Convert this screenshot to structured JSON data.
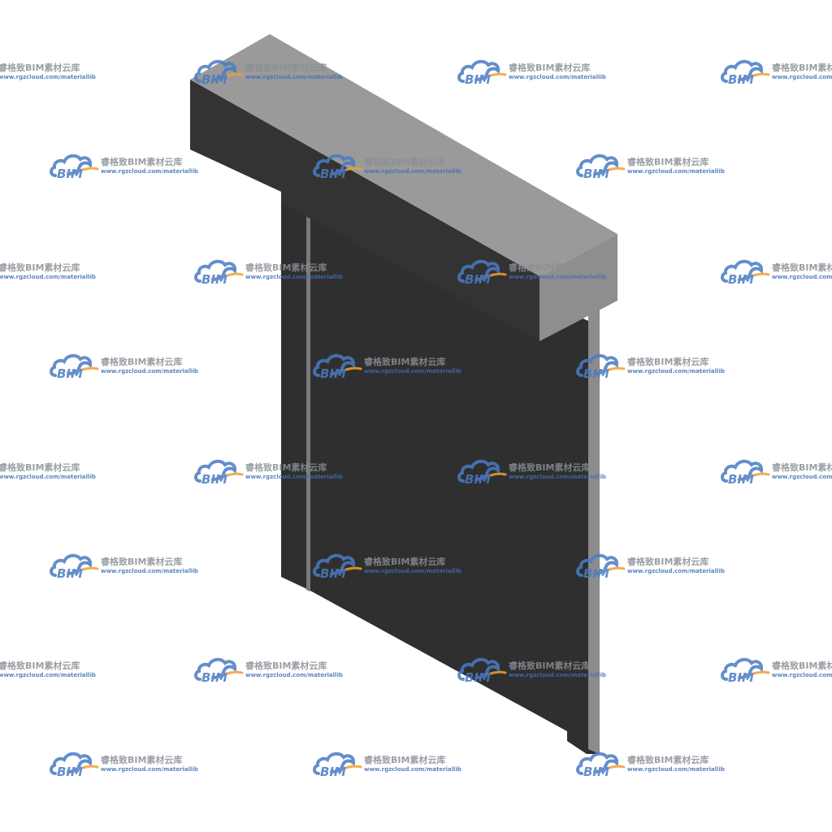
{
  "watermark": {
    "title": "睿格致BIM素材云库",
    "url": "www.rgzcloud.com/materiallib",
    "logo_text": "BIM",
    "logo_icon": "cloud-icon",
    "colors": {
      "cloud": "#4a7bc4",
      "swoosh": "#f0a030",
      "title": "#8a8f96",
      "url": "#3f6fb6"
    }
  },
  "model": {
    "colors": {
      "top_face": "#9a9a9a",
      "side_face": "#5c5c5c",
      "front_face": "#2f2f2f",
      "edge": "#8c8c8c"
    }
  }
}
